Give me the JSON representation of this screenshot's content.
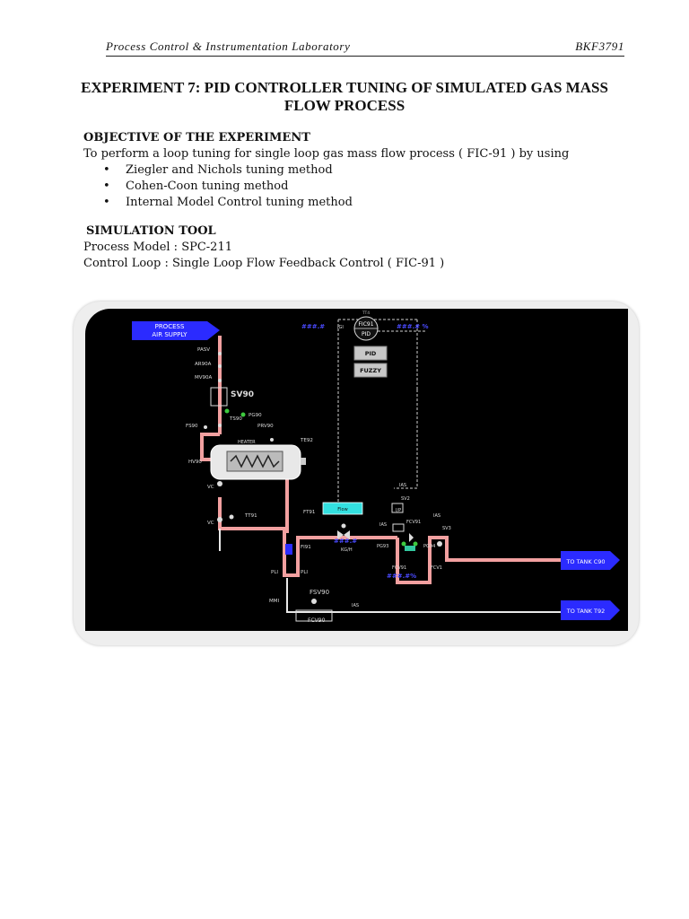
{
  "header": {
    "left": "Process Control & Instrumentation Laboratory",
    "right": "BKF3791"
  },
  "title": {
    "line1": "EXPERIMENT 7: PID CONTROLLER TUNING OF SIMULATED GAS MASS",
    "line2": "FLOW PROCESS"
  },
  "objective": {
    "heading": "OBJECTIVE OF THE EXPERIMENT",
    "text": "To perform a loop tuning for single loop gas mass flow process ( FIC-91 ) by using",
    "items": [
      "Ziegler and Nichols tuning method",
      "Cohen-Coon  tuning method",
      "Internal Model Control tuning method"
    ]
  },
  "simulation": {
    "heading": "SIMULATION TOOL",
    "model": "Process Model : SPC-211",
    "loop": "Control Loop : Single Loop Flow Feedback Control ( FIC-91 )"
  },
  "diagram": {
    "process_air_1": "PROCESS",
    "process_air_2": "AIR SUPPLY",
    "tank_c90": "TO TANK C90",
    "tank_t92": "TO TANK T92",
    "controller_tag": "FIC91",
    "controller_mode": "PID",
    "btn_pid": "PID",
    "btn_fuzzy": "FUZZY",
    "readout_left": "###.#",
    "readout_right": "###.# %",
    "readout_flow": "###.#",
    "readout_flow_unit": "KG/H",
    "readout_valve": "###.#%",
    "labels": {
      "pasv": "PASV",
      "ar90a": "AR90A",
      "mv90a": "MV90A",
      "sv90": "SV90",
      "ts90": "TS90",
      "pg90": "PG90",
      "prv90": "PRV90",
      "fs90": "FS90",
      "te92": "TE92",
      "heater": "HEATER",
      "hv90": "HV90",
      "vc1": "VC",
      "vc2": "VC",
      "tt91": "TT91",
      "ft91": "FT91",
      "fi91": "FI91",
      "pli1": "PLI",
      "pli2": "PLI",
      "mmi": "MMI",
      "fsv90": "FSV90",
      "ias1": "IAS",
      "fcv90": "FCV90",
      "ias2": "IAS",
      "sv2": "SV2",
      "ip": "I/P",
      "fcv91_tag": "FCV91",
      "ias3": "IAS",
      "sv3": "SV3",
      "ias4": "IAS",
      "pg93": "PG93",
      "pg94": "PG94",
      "fcv91": "FCV91",
      "fcv1": "FCV1",
      "ft_box": "Flow",
      "fic_small": "TT4",
      "tag_top": "IGI"
    }
  },
  "colors": {
    "pipe": "#f2a0a0",
    "tag_blue": "#2b2bff",
    "accent_cyan": "#33e0e0",
    "readout_blue": "#4a4aff"
  }
}
